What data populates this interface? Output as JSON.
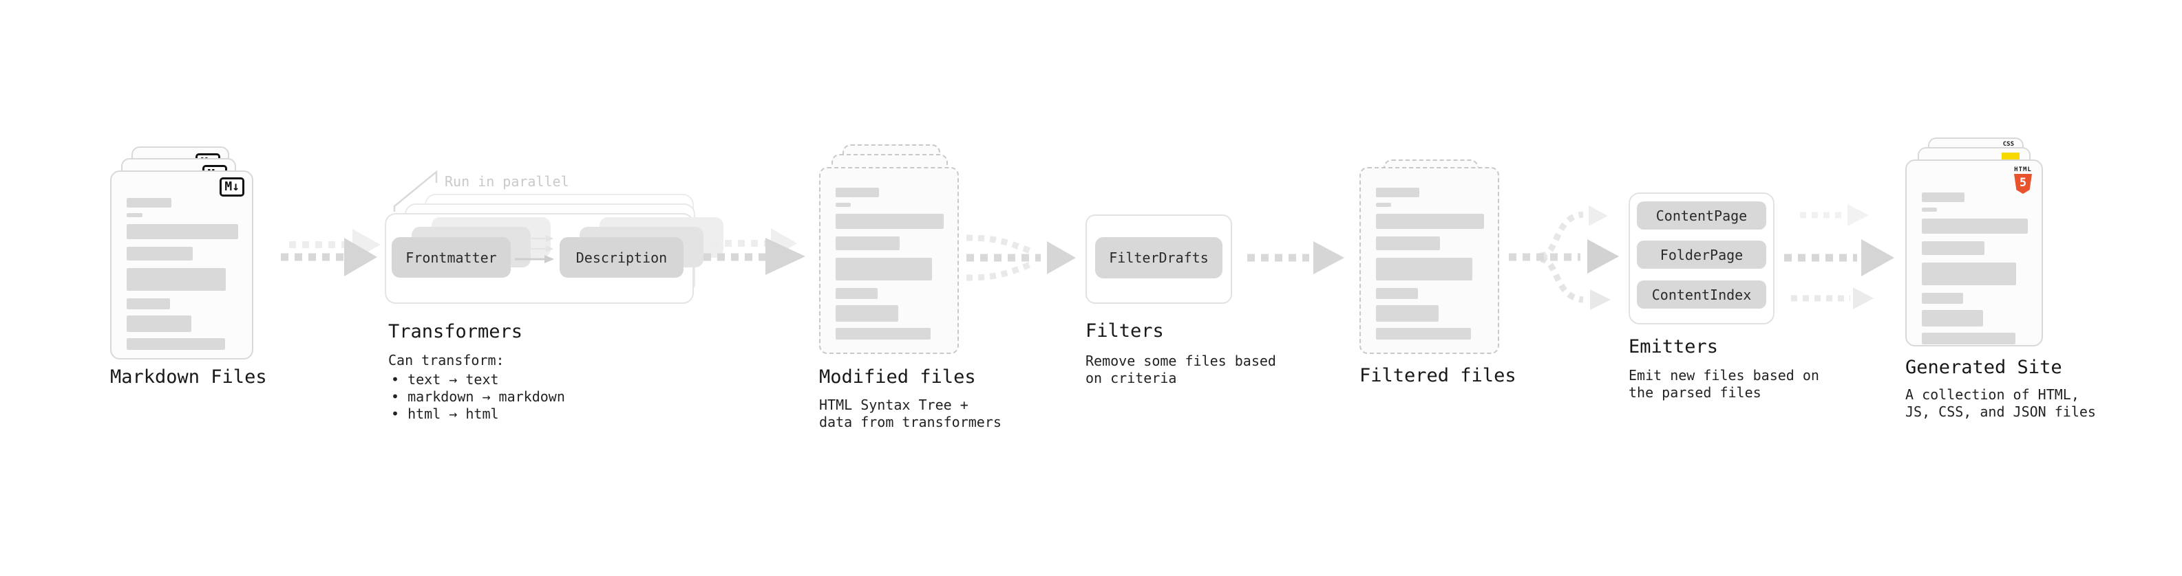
{
  "stations": {
    "markdown_files": {
      "label": "Markdown Files",
      "badge": "M↓"
    },
    "transformers": {
      "label": "Transformers",
      "note": "Run in parallel",
      "pill_left": "Frontmatter",
      "pill_right": "Description",
      "sub_title": "Can transform:",
      "bullets": [
        "• text → text",
        "• markdown → markdown",
        "• html → html"
      ]
    },
    "modified_files": {
      "label": "Modified files",
      "sub": [
        "HTML Syntax Tree +",
        "data from transformers"
      ]
    },
    "filters": {
      "label": "Filters",
      "pill": "FilterDrafts",
      "sub": [
        "Remove some files based",
        "on criteria"
      ]
    },
    "filtered_files": {
      "label": "Filtered files"
    },
    "emitters": {
      "label": "Emitters",
      "pills": [
        "ContentPage",
        "FolderPage",
        "ContentIndex"
      ],
      "sub": [
        "Emit new files based on",
        "the parsed files"
      ]
    },
    "generated_site": {
      "label": "Generated Site",
      "sub": [
        "A collection of HTML,",
        "JS, CSS, and JSON files"
      ],
      "badges": {
        "css": "CSS",
        "html_label": "HTML",
        "html_number": "5"
      }
    }
  },
  "colors": {
    "html5_orange": "#e8532e",
    "js_yellow": "#f7d900",
    "css_blue": "#2b66f0",
    "skeleton_gray": "#d9d9d9",
    "arrow_gray": "#d6d6d6",
    "arrow_light": "#ececec"
  }
}
